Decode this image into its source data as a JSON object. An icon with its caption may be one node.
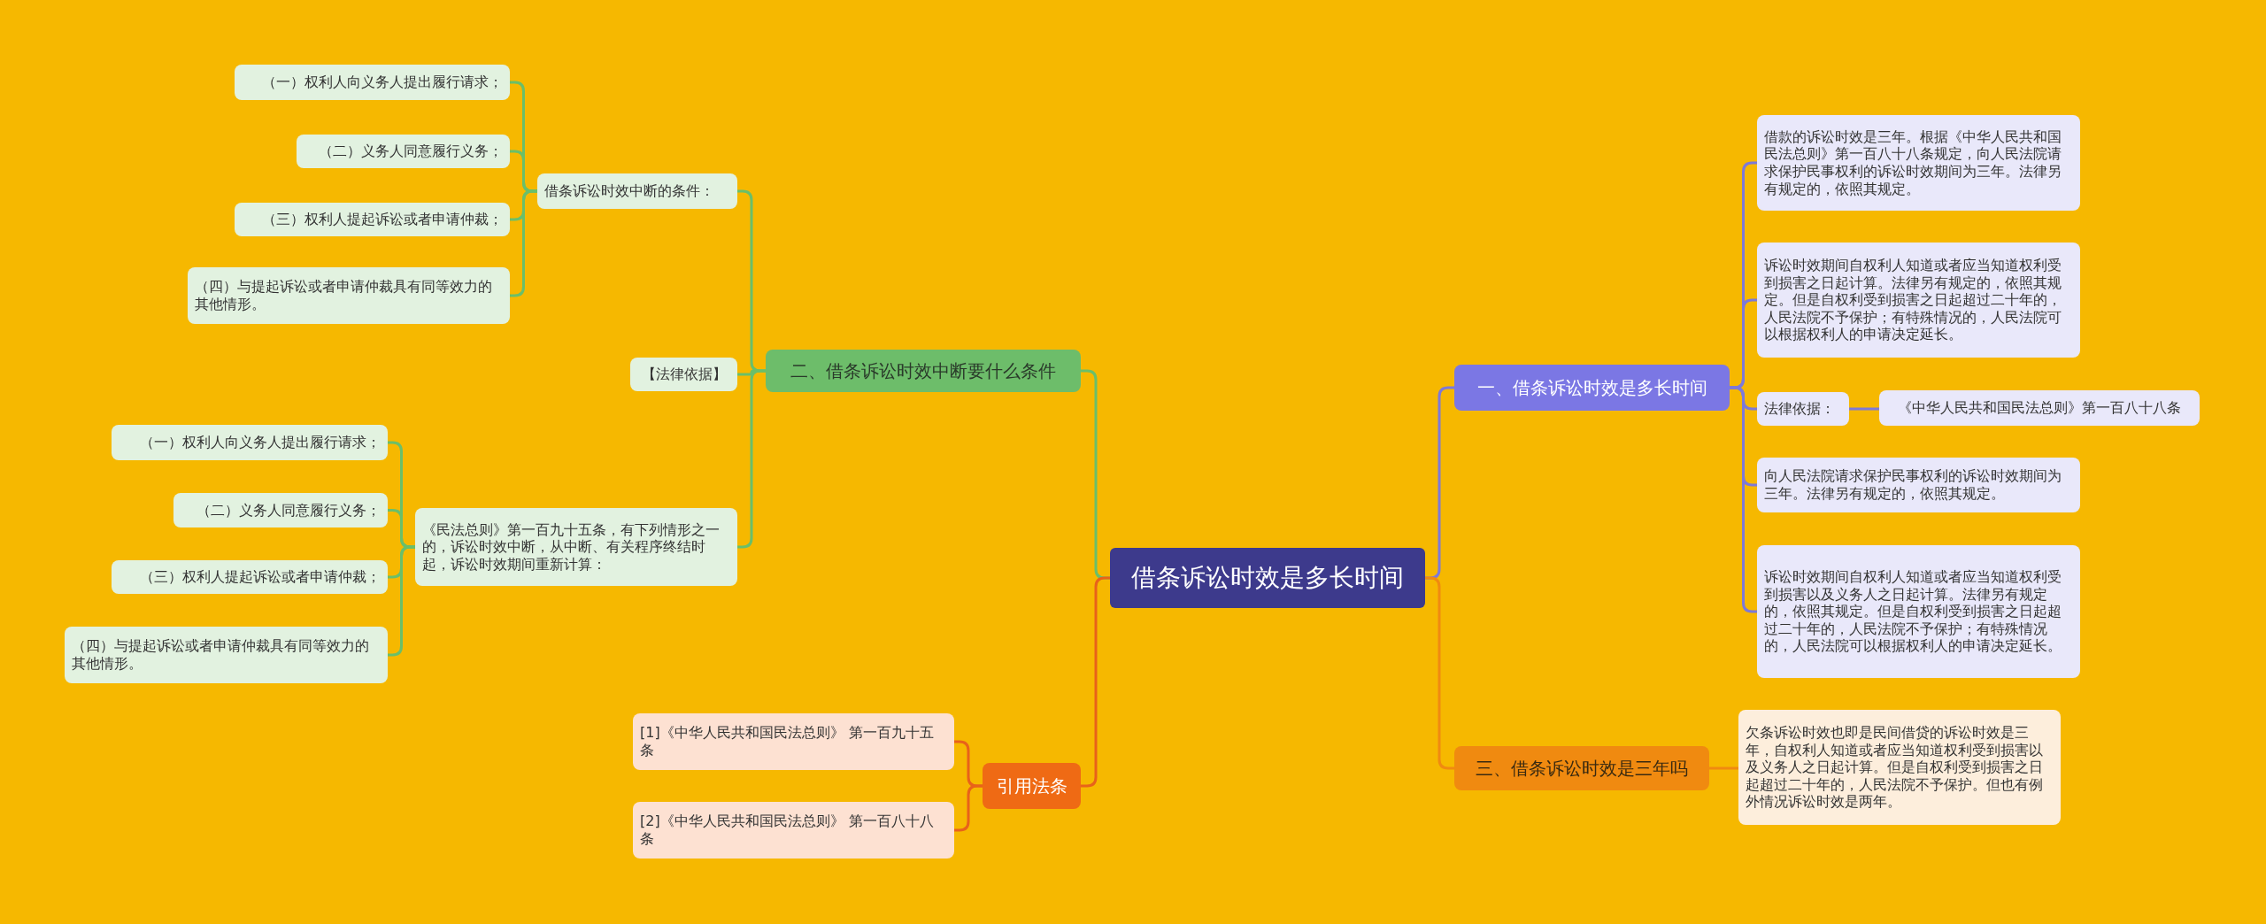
{
  "diagram": {
    "nodes": [
      {
        "text": [
          "借条诉讼时效是多长时间"
        ]
      },
      {
        "text": [
          "二、借条诉讼时效中断要什么条件"
        ]
      },
      {
        "text": [
          "借条诉讼时效中断的条件："
        ]
      },
      {
        "text": [
          "（一）权利人向义务人提出履行请求；"
        ]
      },
      {
        "text": [
          "（二）义务人同意履行义务；"
        ]
      },
      {
        "text": [
          "（三）权利人提起诉讼或者申请仲裁；"
        ]
      },
      {
        "text": [
          "（四）与提起诉讼或者申请仲裁具有同等效力的其他情形。"
        ]
      },
      {
        "text": [
          "【法律依据】"
        ]
      },
      {
        "text": [
          "《民法总则》第一百九十五条，有下列情形之一的，诉讼时效中断，从中断、有关程序终结时起，诉讼时效期间重新计算："
        ]
      },
      {
        "text": [
          "（一）权利人向义务人提出履行请求；"
        ]
      },
      {
        "text": [
          "（二）义务人同意履行义务；"
        ]
      },
      {
        "text": [
          "（三）权利人提起诉讼或者申请仲裁；"
        ]
      },
      {
        "text": [
          "（四）与提起诉讼或者申请仲裁具有同等效力的其他情形。"
        ]
      },
      {
        "text": [
          "引用法条"
        ]
      },
      {
        "text": [
          "[1]《中华人民共和国民法总则》 第一百九十五条"
        ]
      },
      {
        "text": [
          "[2]《中华人民共和国民法总则》 第一百八十八条"
        ]
      },
      {
        "text": [
          "一、借条诉讼时效是多长时间"
        ]
      },
      {
        "text": [
          "借款的诉讼时效是三年。根据《中华人民共和国民法总则》第一百八十八条规定，向人民法院请求保护民事权利的诉讼时效期间为三年。法律另有规定的，依照其规定。"
        ]
      },
      {
        "text": [
          "诉讼时效期间自权利人知道或者应当知道权利受到损害之日起计算。法律另有规定的，依照其规定。但是自权利受到损害之日起超过二十年的，人民法院不予保护；有特殊情况的，人民法院可以根据权利人的申请决定延长。"
        ]
      },
      {
        "text": [
          "法律依据："
        ]
      },
      {
        "text": [
          "《中华人民共和国民法总则》第一百八十八条"
        ]
      },
      {
        "text": [
          "向人民法院请求保护民事权利的诉讼时效期间为三年。法律另有规定的，依照其规定。"
        ]
      },
      {
        "text": [
          "诉讼时效期间自权利人知道或者应当知道权利受到损害以及义务人之日起计算。法律另有规定的，依照其规定。但是自权利受到损害之日起超过二十年的，人民法院不予保护；有特殊情况的，人民法院可以根据权利人的申请决定延长。"
        ]
      },
      {
        "text": [
          "三、借条诉讼时效是三年吗"
        ]
      },
      {
        "text": [
          "欠条诉讼时效也即是民间借贷的诉讼时效是三年，自权利人知道或者应当知道权利受到损害以及义务人之日起计算。但是自权利受到损害之日起超过二十年的，人民法院不予保护。但也有例外情况诉讼时效是两年。"
        ]
      }
    ],
    "edges": [
      {
        "from": 0,
        "to": 1,
        "arrow": "none",
        "color": "#6abf6a"
      },
      {
        "from": 1,
        "to": 2,
        "arrow": "none",
        "color": "#6abf6a"
      },
      {
        "from": 2,
        "to": 3,
        "arrow": "none",
        "color": "#6abf6a"
      },
      {
        "from": 2,
        "to": 4,
        "arrow": "none",
        "color": "#6abf6a"
      },
      {
        "from": 2,
        "to": 5,
        "arrow": "none",
        "color": "#6abf6a"
      },
      {
        "from": 2,
        "to": 6,
        "arrow": "none",
        "color": "#6abf6a"
      },
      {
        "from": 1,
        "to": 7,
        "arrow": "none",
        "color": "#6abf6a"
      },
      {
        "from": 1,
        "to": 8,
        "arrow": "none",
        "color": "#6abf6a"
      },
      {
        "from": 8,
        "to": 9,
        "arrow": "none",
        "color": "#6abf6a"
      },
      {
        "from": 8,
        "to": 10,
        "arrow": "none",
        "color": "#6abf6a"
      },
      {
        "from": 8,
        "to": 11,
        "arrow": "none",
        "color": "#6abf6a"
      },
      {
        "from": 8,
        "to": 12,
        "arrow": "none",
        "color": "#6abf6a"
      },
      {
        "from": 0,
        "to": 13,
        "arrow": "none",
        "color": "#e8621a"
      },
      {
        "from": 13,
        "to": 14,
        "arrow": "none",
        "color": "#e8621a"
      },
      {
        "from": 13,
        "to": 15,
        "arrow": "none",
        "color": "#e8621a"
      },
      {
        "from": 0,
        "to": 16,
        "arrow": "none",
        "color": "#7d79d8"
      },
      {
        "from": 16,
        "to": 17,
        "arrow": "none",
        "color": "#7d79d8"
      },
      {
        "from": 16,
        "to": 18,
        "arrow": "none",
        "color": "#7d79d8"
      },
      {
        "from": 16,
        "to": 19,
        "arrow": "none",
        "color": "#7d79d8"
      },
      {
        "from": 19,
        "to": 20,
        "arrow": "none",
        "color": "#7d79d8"
      },
      {
        "from": 16,
        "to": 21,
        "arrow": "none",
        "color": "#7d79d8"
      },
      {
        "from": 16,
        "to": 22,
        "arrow": "none",
        "color": "#7d79d8"
      },
      {
        "from": 0,
        "to": 23,
        "arrow": "none",
        "color": "#f08a10"
      },
      {
        "from": 23,
        "to": 24,
        "arrow": "none",
        "color": "#f08a10"
      }
    ]
  }
}
